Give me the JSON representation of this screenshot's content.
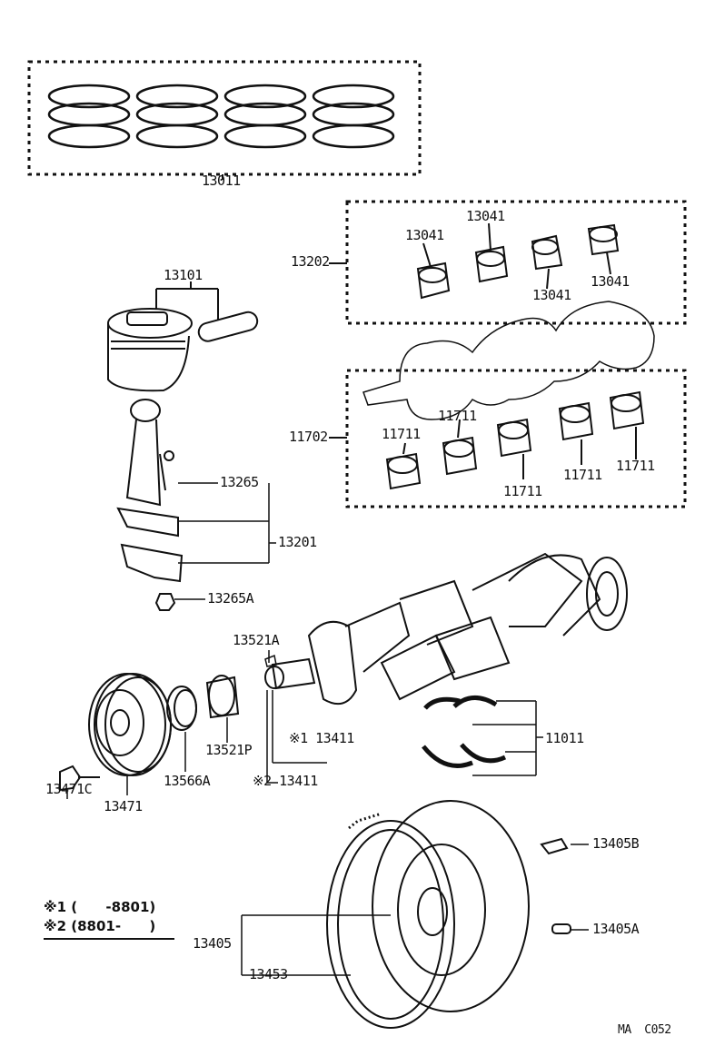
{
  "labels": {
    "piston_ring_set": "13011",
    "conrod_bearing_set": "13202",
    "conrod_bearing_1": "13041",
    "conrod_bearing_2": "13041",
    "conrod_bearing_3": "13041",
    "conrod_bearing_4": "13041",
    "piston_pin_assy": "13101",
    "main_bearing_set": "11702",
    "main_bearing_1": "11711",
    "main_bearing_2": "11711",
    "main_bearing_3": "11711",
    "main_bearing_4": "11711",
    "main_bearing_5": "11711",
    "conrod_bolt": "13265",
    "conrod_assy": "13201",
    "conrod_nut": "13265A",
    "woodruff_key": "13521A",
    "crank_1": "※1 13411",
    "crank_2": "※2 13411",
    "thrust_washer": "11011",
    "pulley_bolt": "13471C",
    "pulley": "13471",
    "oil_seal_plate": "13566A",
    "timing_gear": "13521P",
    "flywheel_bolt": "13405B",
    "flywheel_pin": "13405A",
    "flywheel": "13405",
    "ring_gear": "13453"
  },
  "legend": {
    "line1": "※1 (      -8801)",
    "line2": "※2 (8801-      )"
  },
  "footer": {
    "code": "MA  C052"
  }
}
